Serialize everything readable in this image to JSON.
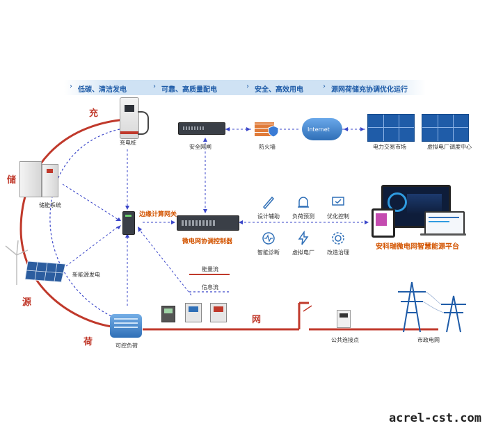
{
  "banner": {
    "items": [
      "低碳、清洁发电",
      "可靠、高质量配电",
      "安全、高效用电",
      "源网荷储充协调优化运行"
    ]
  },
  "ring": {
    "chong": "充",
    "chu": "储",
    "yuan": "源",
    "he": "荷",
    "wang": "网"
  },
  "nodes": {
    "charger": "充电桩",
    "storage": "储能系统",
    "renewable": "新能源发电",
    "load": "可控负荷",
    "gateway": "安全网闸",
    "firewall": "防火墙",
    "internet": "Internet",
    "market": "电力交易市场",
    "vpp_center": "虚拟电厂调度中心",
    "edge_gateway": "边缘计算网关",
    "controller": "微电网协调控制器",
    "platform": "安科瑞微电网智慧能源平台",
    "pcc": "公共连接点",
    "grid": "市政电网"
  },
  "functions": [
    "设计辅助",
    "负荷预测",
    "优化控制",
    "智能诊断",
    "虚拟电厂",
    "改造治理"
  ],
  "legend": {
    "energy": "能量流",
    "info": "信息流"
  },
  "colors": {
    "energy": "#c0392b",
    "info": "#3a46c9",
    "banner_text": "#1f5ca8",
    "accent": "#d35400"
  },
  "watermark": "acrel-cst.com"
}
